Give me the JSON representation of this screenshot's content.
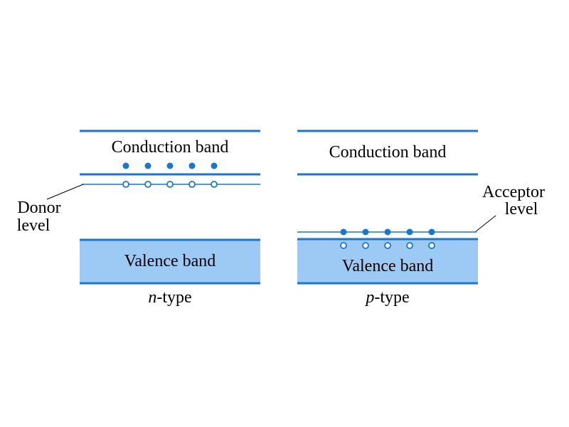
{
  "colors": {
    "band_edge": "#1976d2",
    "valence_fill": "#9ccaf5",
    "carrier": "#1976d2",
    "text": "#000000"
  },
  "panels": {
    "n_type": {
      "conduction_label": "Conduction band",
      "valence_label": "Valence band",
      "level_label_line1": "Donor",
      "level_label_line2": "level",
      "caption_italic": "n",
      "caption_rest": "-type",
      "electron_count": 5,
      "hole_count": 5
    },
    "p_type": {
      "conduction_label": "Conduction band",
      "valence_label": "Valence band",
      "level_label_line1": "Acceptor",
      "level_label_line2": "level",
      "caption_italic": "p",
      "caption_rest": "-type",
      "electron_count": 5,
      "hole_count": 5
    }
  }
}
